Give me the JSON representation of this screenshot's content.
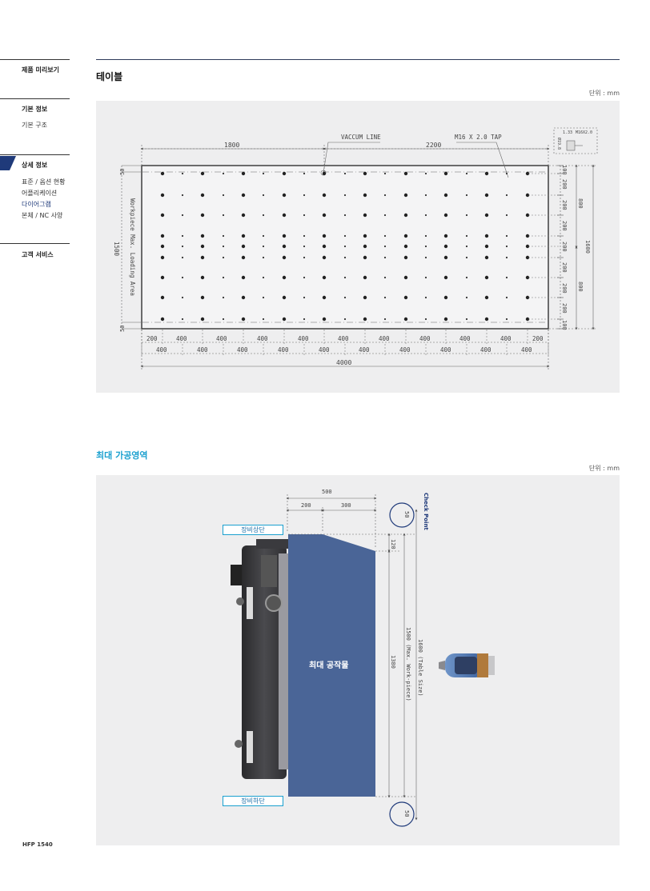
{
  "sidebar": {
    "preview": "제품 미리보기",
    "basic": "기본 정보",
    "basic_items": [
      "기본 구조"
    ],
    "detail": "상세 정보",
    "detail_items": [
      "표준 / 옵션 현황",
      "어플리케이션",
      "다이어그램",
      "본체 / NC 사양"
    ],
    "service": "고객 서비스"
  },
  "footer": {
    "model": "HFP 1540"
  },
  "table_section": {
    "title": "테이블",
    "unit": "단위 : mm",
    "labels": {
      "left_span": "1800",
      "right_span": "2200",
      "vaccum_line": "VACCUM LINE",
      "tap": "M16 X 2.0 TAP",
      "total_length": "4000",
      "margin_top": "50",
      "margin_bottom": "50",
      "loading_area": "Workpiece Max. Loading Area",
      "loading_height": "1500",
      "detail_a": "1.33",
      "detail_b": "M16X2.0",
      "detail_c": "Ø19.8",
      "right_100_top": "100",
      "right_200": "200",
      "right_100_bottom": "100",
      "right_800": "800",
      "right_1600": "1600",
      "bottom_200": "200",
      "bottom_400": "400"
    }
  },
  "work_section": {
    "title": "최대 가공영역",
    "unit": "단위 : mm",
    "labels": {
      "top_500": "500",
      "top_200": "200",
      "top_300": "300",
      "check_50_top": "50",
      "check_50_bottom": "50",
      "check_point": "Check Point",
      "dim_120": "120",
      "dim_1380": "1380",
      "dim_1500": "1500 (Max. Work-piece)",
      "dim_1600": "1600 (Table Size)",
      "equip_top": "장비상단",
      "equip_bottom": "장비하단",
      "max_piece": "최대 공작물"
    }
  }
}
